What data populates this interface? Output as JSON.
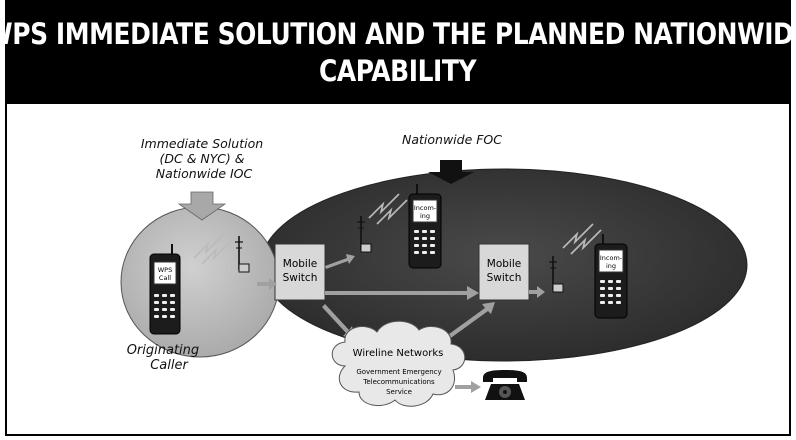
{
  "header": {
    "title_line1": "WPS IMMEDIATE SOLUTION AND THE PLANNED NATIONWIDE",
    "title_line2": "CAPABILITY"
  },
  "diagram": {
    "immediate_label": [
      "Immediate Solution",
      "(DC & NYC) &",
      "Nationwide IOC"
    ],
    "foc_label": "Nationwide FOC",
    "originating_caller": [
      "Originating",
      "Caller"
    ],
    "phone_wps_screen": [
      "WPS",
      "Call"
    ],
    "phone_incoming_screen": [
      "Incom-",
      "ing"
    ],
    "mobile_switch": [
      "Mobile",
      "Switch"
    ],
    "cloud_title": "Wireline Networks",
    "cloud_sub": [
      "Government Emergency",
      "Telecommunications",
      "Service"
    ]
  },
  "colors": {
    "header_bg": "#000000",
    "large_ellipse": "#3a3a3a",
    "small_circle": "#b8b8b8",
    "switch_box": "#d8d8d8",
    "arrow": "#a0a0a0"
  }
}
